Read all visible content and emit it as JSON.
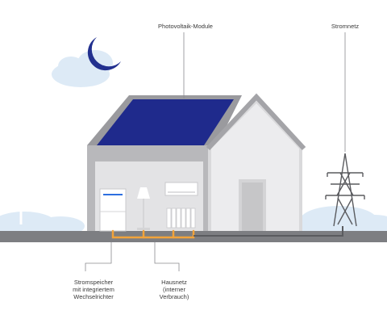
{
  "labels": {
    "pv_modules": "Photovoltaik-Module",
    "grid": "Stromnetz",
    "storage": "Stromspeicher\nmit integriertem\nWechselrichter",
    "house_grid": "Hausnetz\n(interner\nVerbrauch)"
  },
  "colors": {
    "panel": "#1f2a8c",
    "house_wall": "#cfcfd1",
    "house_shade": "#8f8f93",
    "ground": "#7d7e82",
    "cloud": "#ddeaf6",
    "cable": "#f2a33a",
    "moon": "#22308f"
  },
  "icons": [
    "moon-icon",
    "cloud-icon",
    "wind-turbine-icon",
    "power-pylon-icon",
    "battery-storage-icon",
    "floor-lamp-icon",
    "radiator-icon",
    "air-conditioner-icon"
  ]
}
